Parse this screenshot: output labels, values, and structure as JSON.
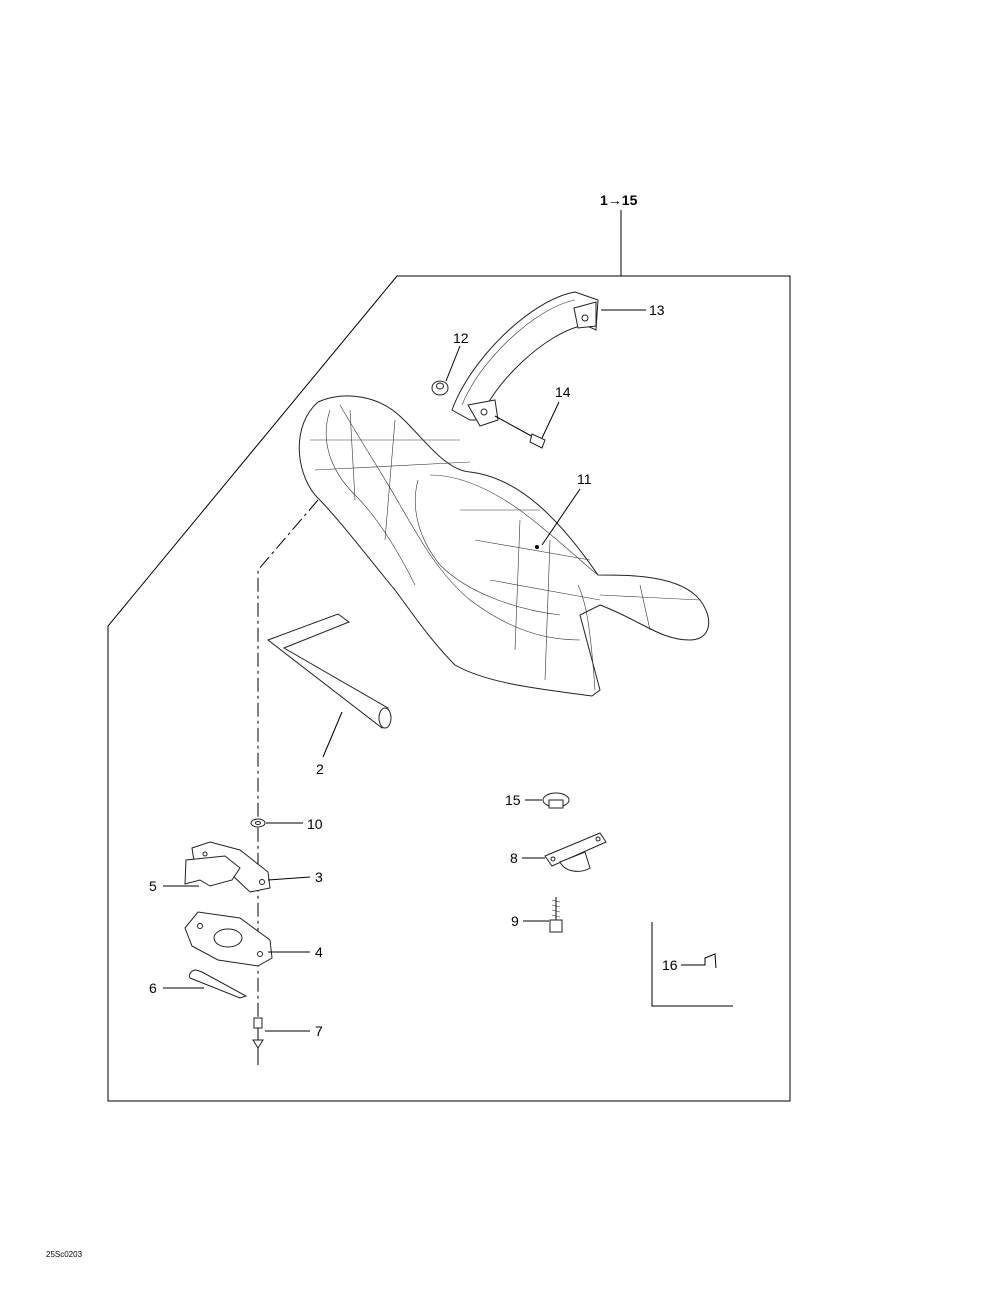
{
  "diagram": {
    "assembly_label": "1→15",
    "drawing_code": "25Sc0203",
    "callouts": [
      {
        "id": "2",
        "text": "2"
      },
      {
        "id": "3",
        "text": "3"
      },
      {
        "id": "4",
        "text": "4"
      },
      {
        "id": "5",
        "text": "5"
      },
      {
        "id": "6",
        "text": "6"
      },
      {
        "id": "7",
        "text": "7"
      },
      {
        "id": "8",
        "text": "8"
      },
      {
        "id": "9",
        "text": "9"
      },
      {
        "id": "10",
        "text": "10"
      },
      {
        "id": "11",
        "text": "11"
      },
      {
        "id": "12",
        "text": "12"
      },
      {
        "id": "13",
        "text": "13"
      },
      {
        "id": "14",
        "text": "14"
      },
      {
        "id": "15",
        "text": "15"
      },
      {
        "id": "16",
        "text": "16"
      }
    ]
  }
}
